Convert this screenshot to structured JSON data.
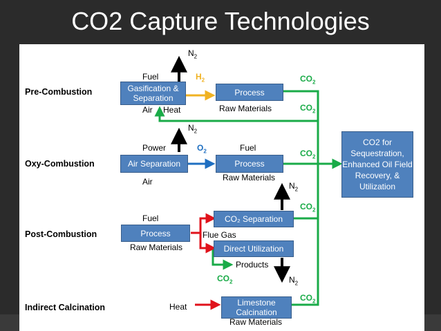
{
  "title": "CO2 Capture Technologies",
  "rows": {
    "pre": "Pre-Combustion",
    "oxy": "Oxy-Combustion",
    "post": "Post-Combustion",
    "indirect": "Indirect Calcination"
  },
  "boxes": {
    "gasification": "Gasification & Separation",
    "pre_process": "Process",
    "air_separation": "Air Separation",
    "oxy_process": "Process",
    "post_process": "Process",
    "co2_separation": "CO₂ Separation",
    "direct_utilization": "Direct Utilization",
    "limestone": "Limestone Calcination",
    "sequestration": "CO2 for Sequestration, Enhanced Oil Field Recovery, & Utilization"
  },
  "labels": {
    "fuel_pre": "Fuel",
    "air_pre": "Air",
    "heat_pre": "Heat",
    "raw_pre": "Raw Materials",
    "power_oxy": "Power",
    "air_oxy": "Air",
    "fuel_oxy": "Fuel",
    "raw_oxy": "Raw Materials",
    "fuel_post": "Fuel",
    "raw_post": "Raw Materials",
    "flue_gas": "Flue Gas",
    "products": "Products",
    "heat_ind": "Heat",
    "raw_ind": "Raw Materials"
  },
  "gases": {
    "n2_base": "N",
    "n2_sub": "2",
    "h2_base": "H",
    "h2_sub": "2",
    "o2_base": "O",
    "o2_sub": "2",
    "co2_base": "CO",
    "co2_sub": "2"
  },
  "colors": {
    "box": "#4f81bd",
    "hydrogen": "#f0b222",
    "oxygen": "#1f6fc1",
    "co2": "#1aab48",
    "flue": "#e0121b",
    "nitrogen": "#000000",
    "co2_text": "#1aab48"
  }
}
